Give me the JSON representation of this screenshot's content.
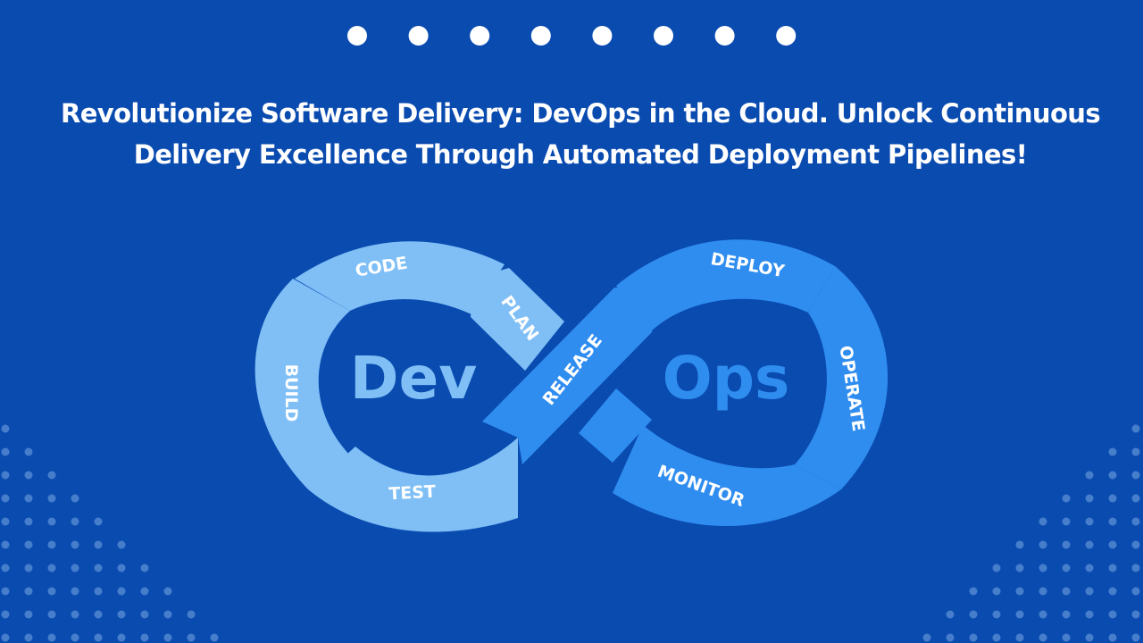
{
  "colors": {
    "background": "#0a4bb0",
    "dev_segment": "#7fbff6",
    "ops_segment": "#2f8df0",
    "dev_text": "#7fbff6",
    "ops_text": "#2f8df0",
    "dots": "#ffffff"
  },
  "carousel": {
    "dot_count": 8,
    "active_index": null
  },
  "headline": {
    "line1": "Revolutionize Software Delivery: DevOps in the Cloud. Unlock Continuous",
    "line2": "Delivery Excellence Through Automated Deployment Pipelines!"
  },
  "diagram": {
    "left_word": "Dev",
    "right_word": "Ops",
    "stages": {
      "code": "CODE",
      "plan": "PLAN",
      "build": "BUILD",
      "test": "TEST",
      "release": "RELEASE",
      "deploy": "DEPLOY",
      "operate": "OPERATE",
      "monitor": "MONITOR"
    }
  }
}
